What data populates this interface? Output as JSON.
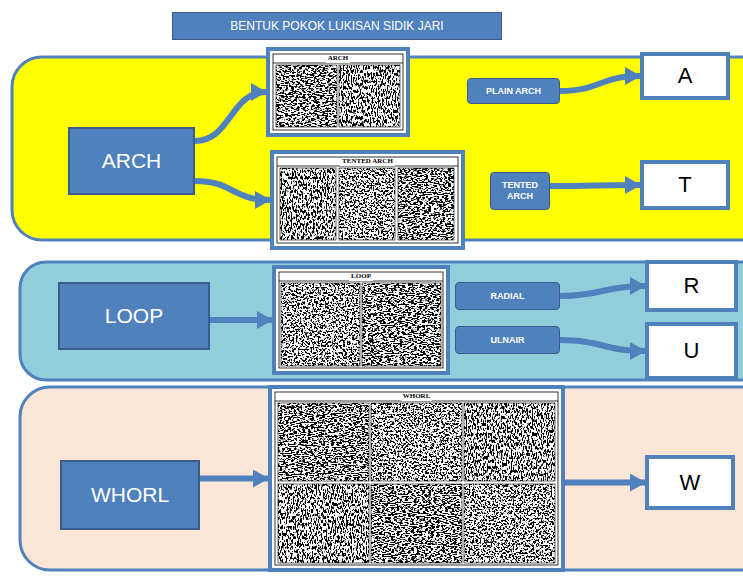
{
  "diagram": {
    "title": "BENTUK POKOK LUKISAN SIDIK JARI",
    "nodes": [
      {
        "text": [
          "ARCH"
        ]
      },
      {
        "text": [
          "ARCH"
        ]
      },
      {
        "text": [
          "PLAIN ARCH"
        ]
      },
      {
        "text": [
          "A"
        ]
      },
      {
        "text": [
          "TENTED ARCH"
        ]
      },
      {
        "text": [
          "TENTED ARCH"
        ]
      },
      {
        "text": [
          "T"
        ]
      },
      {
        "text": [
          "LOOP"
        ]
      },
      {
        "text": [
          "LOOP"
        ]
      },
      {
        "text": [
          "RADIAL"
        ]
      },
      {
        "text": [
          "R"
        ]
      },
      {
        "text": [
          "ULNAIR"
        ]
      },
      {
        "text": [
          "U"
        ]
      },
      {
        "text": [
          "WHORL"
        ]
      },
      {
        "text": [
          "WHORL"
        ]
      },
      {
        "text": [
          "W"
        ]
      }
    ],
    "edges": [
      {
        "from": 0,
        "to": 1,
        "arrow": "to"
      },
      {
        "from": 0,
        "to": 4,
        "arrow": "to"
      },
      {
        "from": 2,
        "to": 3,
        "arrow": "to"
      },
      {
        "from": 5,
        "to": 6,
        "arrow": "to"
      },
      {
        "from": 7,
        "to": 8,
        "arrow": "to"
      },
      {
        "from": 9,
        "to": 10,
        "arrow": "to"
      },
      {
        "from": 11,
        "to": 12,
        "arrow": "to"
      },
      {
        "from": 13,
        "to": 14,
        "arrow": "to"
      },
      {
        "from": 14,
        "to": 15,
        "arrow": "to"
      }
    ]
  }
}
